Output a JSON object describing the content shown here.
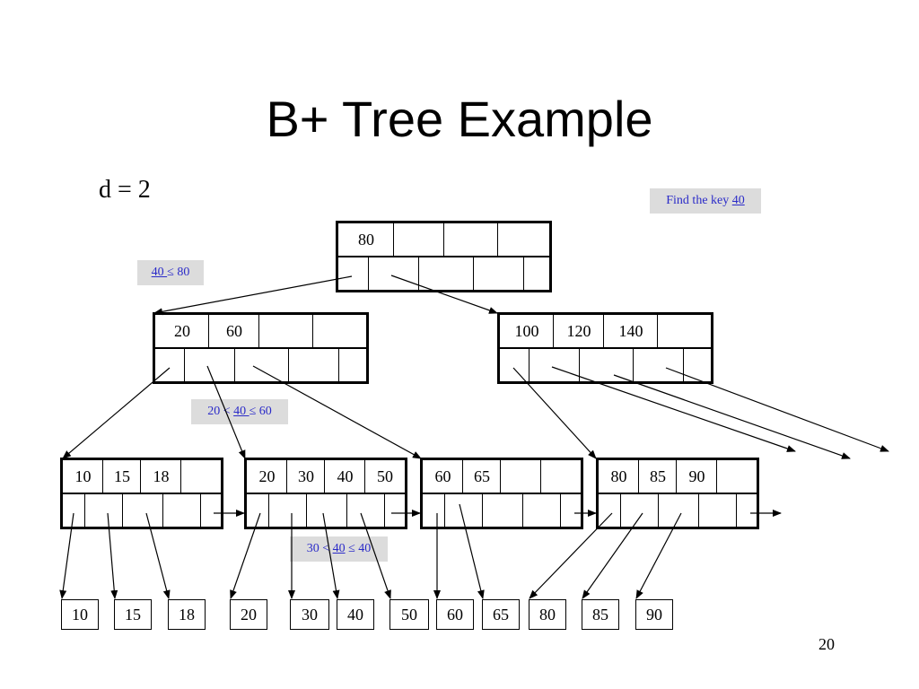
{
  "slide": {
    "title": "B+ Tree Example",
    "d_param": "d = 2",
    "page_number": "20"
  },
  "callouts": {
    "find": {
      "prefix": "Find the key ",
      "key": "40"
    },
    "root_cmp": {
      "key": "40 ",
      "rest": "≤ 80"
    },
    "mid_cmp": {
      "prefix": "20 < ",
      "key": "40 ",
      "rest": "≤ 60"
    },
    "leaf_cmp": {
      "prefix": "30 < ",
      "key": "40",
      "rest": " ≤ 40"
    }
  },
  "root": {
    "keys": [
      "80",
      "",
      "",
      ""
    ]
  },
  "internal": [
    {
      "keys": [
        "20",
        "60",
        "",
        ""
      ]
    },
    {
      "keys": [
        "100",
        "120",
        "140",
        ""
      ]
    }
  ],
  "leaves": [
    {
      "keys": [
        "10",
        "15",
        "18",
        ""
      ]
    },
    {
      "keys": [
        "20",
        "30",
        "40",
        "50"
      ]
    },
    {
      "keys": [
        "60",
        "65",
        "",
        ""
      ]
    },
    {
      "keys": [
        "80",
        "85",
        "90",
        ""
      ]
    }
  ],
  "records": [
    "10",
    "15",
    "18",
    "20",
    "30",
    "40",
    "50",
    "60",
    "65",
    "80",
    "85",
    "90"
  ]
}
